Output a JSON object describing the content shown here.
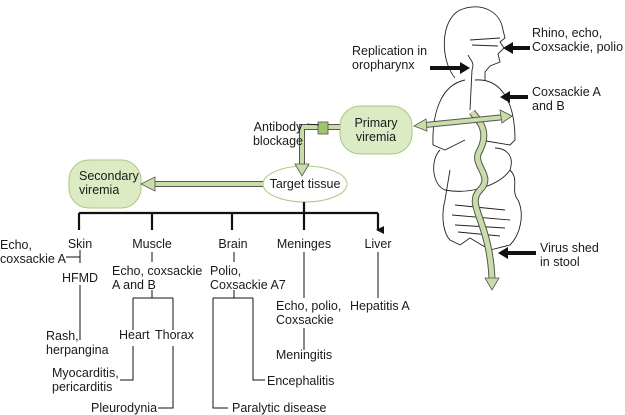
{
  "colors": {
    "node_fill": "#dcebc4",
    "node_stroke": "#a9c97f",
    "flow_arrow": "#c8dea6",
    "line": "#111111"
  },
  "nodes": {
    "primary_viremia": "Primary viremia",
    "secondary_viremia": "Secondary viremia",
    "target_tissue": "Target tissue",
    "antibody_blockage": "Antibody blockage"
  },
  "body_labels": {
    "oropharynx": "Replication in oropharynx",
    "entry_mouth": "Rhino, echo, Coxsackie, polio",
    "entry_lungs": "Coxsackie A and B",
    "stool": "Virus shed in stool"
  },
  "tissues": {
    "skin": {
      "label": "Skin",
      "viruses": "Echo, coxsackie A",
      "disease1": "HFMD",
      "disease2": "Rash, herpangina"
    },
    "muscle": {
      "label": "Muscle",
      "viruses": "Echo, coxsackie A and B",
      "heart": "Heart",
      "thorax": "Thorax",
      "heart_disease": "Myocarditis, pericarditis",
      "thorax_disease": "Pleurodynia"
    },
    "brain": {
      "label": "Brain",
      "viruses": "Polio, Coxsackie A7",
      "disease1": "Encephalitis",
      "disease2": "Paralytic disease"
    },
    "meninges": {
      "label": "Meninges",
      "viruses": "Echo, polio, Coxsackie",
      "disease": "Meningitis"
    },
    "liver": {
      "label": "Liver",
      "viruses": "Hepatitis A"
    }
  }
}
